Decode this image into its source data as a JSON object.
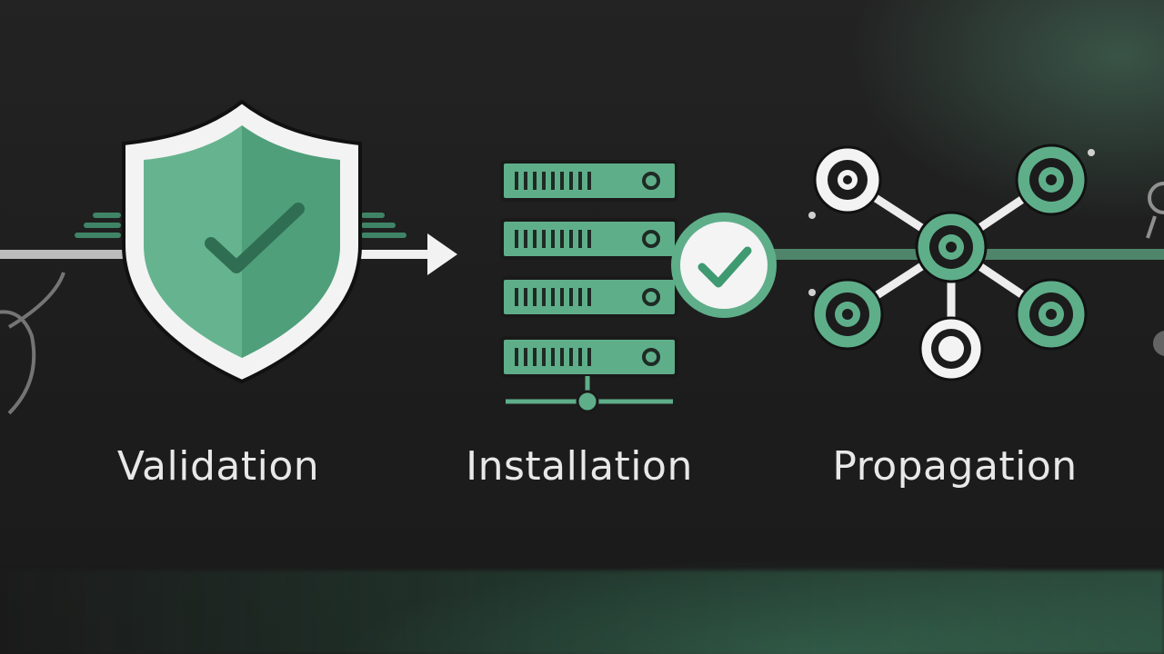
{
  "stages": [
    {
      "label": "Validation",
      "icon": "shield-check-icon"
    },
    {
      "label": "Installation",
      "icon": "server-rack-icon"
    },
    {
      "label": "Propagation",
      "icon": "network-nodes-icon"
    }
  ],
  "colors": {
    "background": "#1f1f1f",
    "accent": "#5fae8a",
    "accent_dark": "#2f6e53",
    "outline": "#f2f2f2",
    "label": "#e8e8e8"
  }
}
